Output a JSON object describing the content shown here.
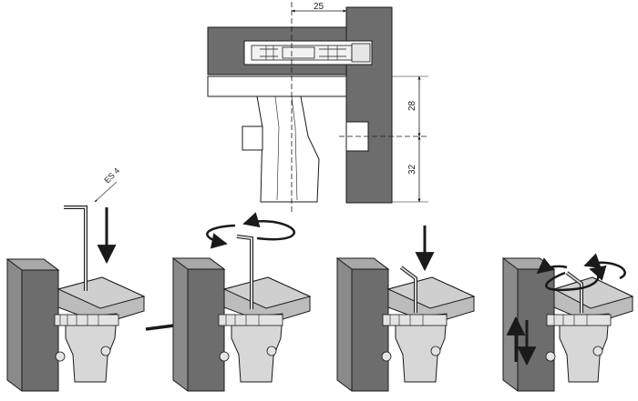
{
  "top_view": {
    "dim_horizontal": "25",
    "dim_upper": "28",
    "dim_lower": "32"
  },
  "tool_label": "ES 4",
  "steps": [
    {
      "action": "insert-key",
      "motion": "push-down"
    },
    {
      "action": "rotate-key-and-push-panel",
      "motion": "rotate"
    },
    {
      "action": "push-key-down",
      "motion": "push-down"
    },
    {
      "action": "adjust-height",
      "motion": "rotate-and-vertical"
    }
  ],
  "colors": {
    "panel_dark": "#6d6d6d",
    "panel_mid": "#8a8a8a",
    "panel_light": "#a8a8a8",
    "shelf_top": "#bcbcbc",
    "metal": "#d7d7d7",
    "line": "#1a1a1a"
  }
}
